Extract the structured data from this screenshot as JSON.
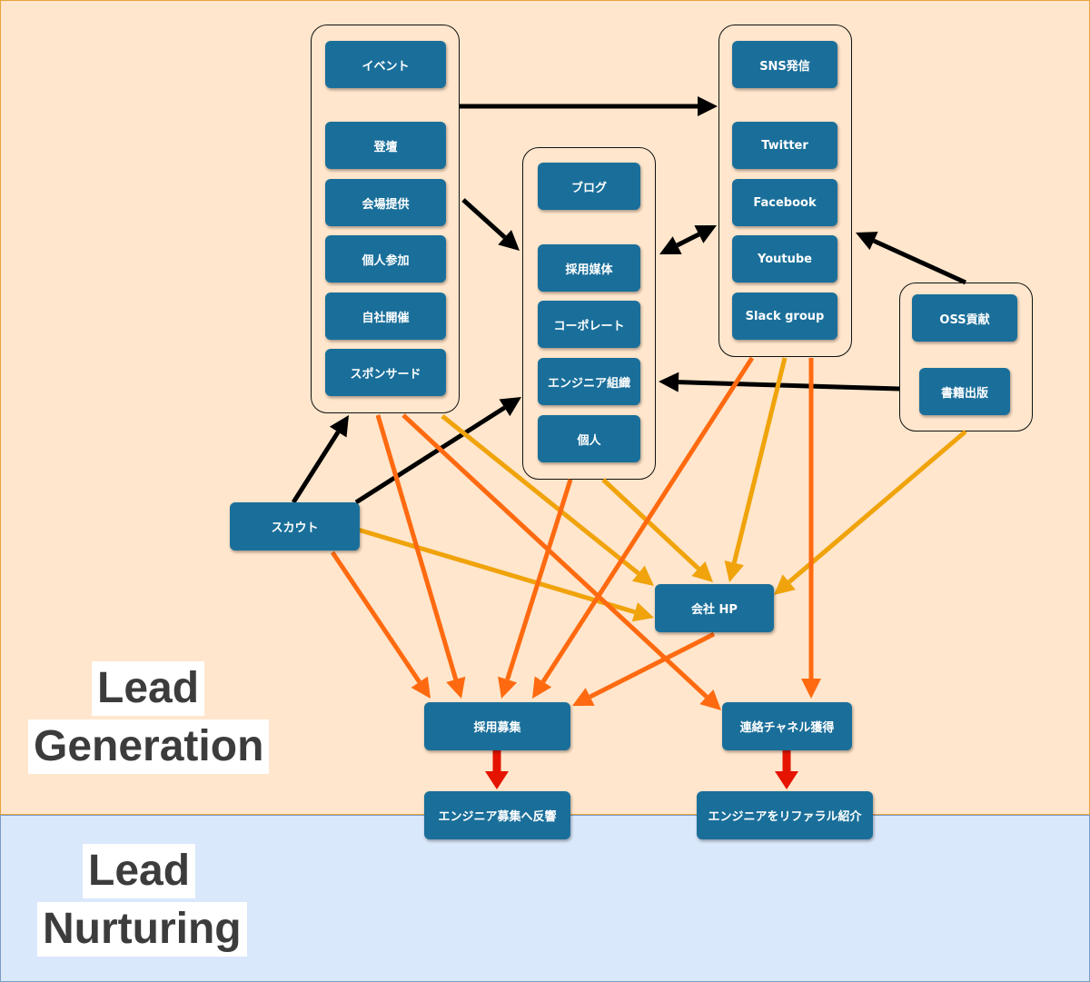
{
  "colors": {
    "node": "#1a6f9a",
    "band_generation": "#ffe6cc",
    "band_nurturing": "#dae8fc",
    "arrow_black": "#000000",
    "arrow_orange": "#ff6a10",
    "arrow_yellow": "#f0a30a",
    "arrow_red": "#e51400"
  },
  "stages": {
    "generation_line1": "Lead",
    "generation_line2": "Generation",
    "nurturing_line1": "Lead",
    "nurturing_line2": "Nurturing"
  },
  "nodes": {
    "event": "イベント",
    "toudan": "登壇",
    "venue": "会場提供",
    "personal_join": "個人参加",
    "inhouse": "自社開催",
    "sponsor": "スポンサード",
    "blog": "ブログ",
    "recruit_media": "採用媒体",
    "corporate": "コーポレート",
    "eng_org": "エンジニア組織",
    "individual": "個人",
    "sns": "SNS発信",
    "twitter": "Twitter",
    "facebook": "Facebook",
    "youtube": "Youtube",
    "slack": "Slack group",
    "oss": "OSS貢献",
    "book": "書籍出版",
    "scout": "スカウト",
    "company_hp": "会社 HP",
    "recruiting": "採用募集",
    "contact": "連絡チャネル獲得",
    "response": "エンジニア募集へ反響",
    "referral": "エンジニアをリファラル紹介"
  }
}
